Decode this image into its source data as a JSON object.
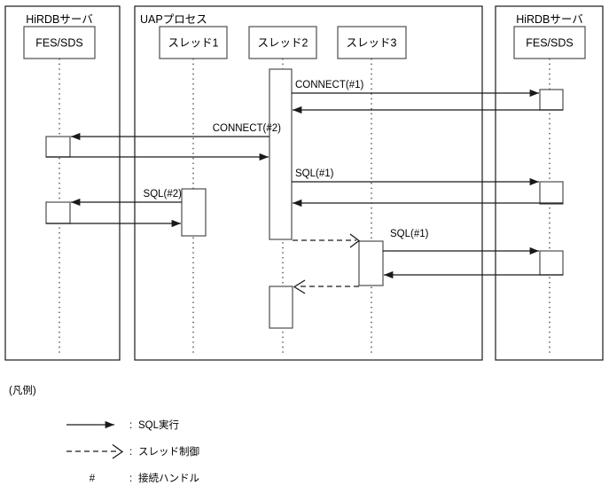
{
  "diagram": {
    "type": "sequence-diagram",
    "containers": [
      {
        "id": "hirdb-left",
        "title": "HiRDBサーバ",
        "node": "FES/SDS"
      },
      {
        "id": "uap",
        "title": "UAPプロセス",
        "node": null
      },
      {
        "id": "hirdb-right",
        "title": "HiRDBサーバ",
        "node": "FES/SDS"
      }
    ],
    "threads": [
      {
        "id": "thread1",
        "label": "スレッド1"
      },
      {
        "id": "thread2",
        "label": "スレッド2"
      },
      {
        "id": "thread3",
        "label": "スレッド3"
      }
    ],
    "messages": [
      {
        "id": "connect-1",
        "label": "CONNECT(#1)",
        "kind": "sql"
      },
      {
        "id": "connect-2",
        "label": "CONNECT(#2)",
        "kind": "sql"
      },
      {
        "id": "sql-1-a",
        "label": "SQL(#1)",
        "kind": "sql"
      },
      {
        "id": "sql-2",
        "label": "SQL(#2)",
        "kind": "sql"
      },
      {
        "id": "sql-1-b",
        "label": "SQL(#1)",
        "kind": "sql"
      }
    ]
  },
  "legend": {
    "title": "(凡例)",
    "items": [
      {
        "symbol": "solid-arrow",
        "separator": ":",
        "label": "SQL実行"
      },
      {
        "symbol": "dashed-arrow",
        "separator": ":",
        "label": "スレッド制御"
      },
      {
        "symbol": "#",
        "separator": ":",
        "label": "接続ハンドル"
      }
    ],
    "hash_symbol": "#"
  },
  "colors": {
    "line": "#1a1a1a",
    "box_stroke": "#4d4d4d",
    "background": "#ffffff"
  }
}
